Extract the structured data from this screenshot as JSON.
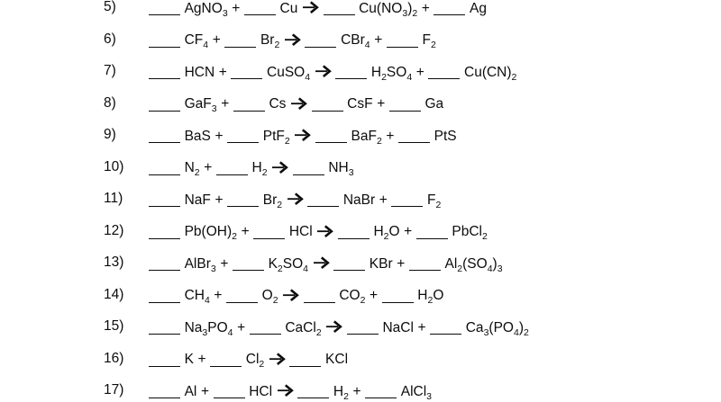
{
  "page": {
    "background": "#ffffff",
    "text_color": "#0c0c0c"
  },
  "worksheet": {
    "blank_symbol": "____",
    "arrow_symbol": "→",
    "problems": [
      {
        "num": "5)",
        "eq": "__ AgNO{3} + __ Cu -> __ Cu(NO{3}){2} + __ Ag"
      },
      {
        "num": "6)",
        "eq": "__ CF{4} + __ Br{2} -> __ CBr{4} + __ F{2}"
      },
      {
        "num": "7)",
        "eq": "__ HCN + __ CuSO{4} -> __ H{2}SO{4} + __ Cu(CN){2}"
      },
      {
        "num": "8)",
        "eq": "__ GaF{3} + __ Cs -> __ CsF + __ Ga"
      },
      {
        "num": "9)",
        "eq": "__ BaS + __ PtF{2} -> __ BaF{2} + __ PtS"
      },
      {
        "num": "10)",
        "eq": "__ N{2} + __ H{2} -> __ NH{3}"
      },
      {
        "num": "11)",
        "eq": "__ NaF + __ Br{2} -> __ NaBr + __ F{2}"
      },
      {
        "num": "12)",
        "eq": "__ Pb(OH){2} + __ HCl -> __ H{2}O + __ PbCl{2}"
      },
      {
        "num": "13)",
        "eq": "__ AlBr{3} + __ K{2}SO{4} -> __ KBr + __ Al{2}(SO{4}){3}"
      },
      {
        "num": "14)",
        "eq": "__ CH{4} + __ O{2} -> __ CO{2} + __ H{2}O"
      },
      {
        "num": "15)",
        "eq": "__ Na{3}PO{4} + __ CaCl{2} -> __ NaCl + __ Ca{3}(PO{4}){2}"
      },
      {
        "num": "16)",
        "eq": "__ K + __ Cl{2} -> __ KCl"
      },
      {
        "num": "17)",
        "eq": "__ Al + __ HCl -> __ H{2} + __ AlCl{3}"
      }
    ]
  }
}
